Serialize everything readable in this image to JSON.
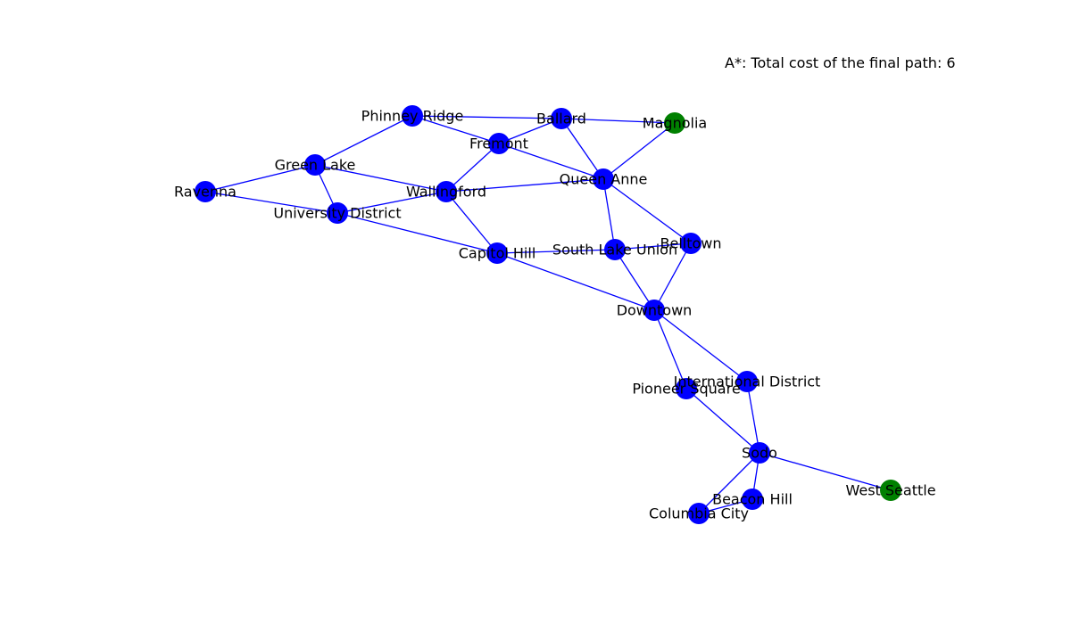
{
  "title": "A*: Total cost of the final path: 6",
  "colors": {
    "edge": "#0000ff",
    "node_default": "#0000ff",
    "node_endpoint": "#008000",
    "label": "#000000"
  },
  "nodes": [
    {
      "id": "ballard",
      "label": "Ballard",
      "type": "default"
    },
    {
      "id": "magnolia",
      "label": "Magnolia",
      "type": "endpoint"
    },
    {
      "id": "phinney-ridge",
      "label": "Phinney Ridge",
      "type": "default"
    },
    {
      "id": "fremont",
      "label": "Fremont",
      "type": "default"
    },
    {
      "id": "green-lake",
      "label": "Green Lake",
      "type": "default"
    },
    {
      "id": "queen-anne",
      "label": "Queen Anne",
      "type": "default"
    },
    {
      "id": "ravenna",
      "label": "Ravenna",
      "type": "default"
    },
    {
      "id": "wallingford",
      "label": "Wallingford",
      "type": "default"
    },
    {
      "id": "university-district",
      "label": "University District",
      "type": "default"
    },
    {
      "id": "capitol-hill",
      "label": "Capitol Hill",
      "type": "default"
    },
    {
      "id": "south-lake-union",
      "label": "South Lake Union",
      "type": "default"
    },
    {
      "id": "belltown",
      "label": "Belltown",
      "type": "default"
    },
    {
      "id": "downtown",
      "label": "Downtown",
      "type": "default"
    },
    {
      "id": "international-district",
      "label": "International District",
      "type": "default"
    },
    {
      "id": "pioneer-square",
      "label": "Pioneer Square",
      "type": "default"
    },
    {
      "id": "sodo",
      "label": "Sodo",
      "type": "default"
    },
    {
      "id": "west-seattle",
      "label": "West Seattle",
      "type": "endpoint"
    },
    {
      "id": "beacon-hill",
      "label": "Beacon Hill",
      "type": "default"
    },
    {
      "id": "columbia-city",
      "label": "Columbia City",
      "type": "default"
    }
  ],
  "edges": [
    [
      "phinney-ridge",
      "ballard"
    ],
    [
      "phinney-ridge",
      "fremont"
    ],
    [
      "phinney-ridge",
      "green-lake"
    ],
    [
      "ballard",
      "magnolia"
    ],
    [
      "ballard",
      "fremont"
    ],
    [
      "ballard",
      "queen-anne"
    ],
    [
      "magnolia",
      "queen-anne"
    ],
    [
      "fremont",
      "queen-anne"
    ],
    [
      "fremont",
      "wallingford"
    ],
    [
      "green-lake",
      "ravenna"
    ],
    [
      "green-lake",
      "wallingford"
    ],
    [
      "green-lake",
      "university-district"
    ],
    [
      "ravenna",
      "university-district"
    ],
    [
      "wallingford",
      "queen-anne"
    ],
    [
      "wallingford",
      "university-district"
    ],
    [
      "wallingford",
      "capitol-hill"
    ],
    [
      "university-district",
      "capitol-hill"
    ],
    [
      "queen-anne",
      "south-lake-union"
    ],
    [
      "queen-anne",
      "belltown"
    ],
    [
      "capitol-hill",
      "south-lake-union"
    ],
    [
      "capitol-hill",
      "downtown"
    ],
    [
      "south-lake-union",
      "belltown"
    ],
    [
      "south-lake-union",
      "downtown"
    ],
    [
      "belltown",
      "downtown"
    ],
    [
      "downtown",
      "pioneer-square"
    ],
    [
      "downtown",
      "international-district"
    ],
    [
      "pioneer-square",
      "sodo"
    ],
    [
      "international-district",
      "sodo"
    ],
    [
      "sodo",
      "west-seattle"
    ],
    [
      "sodo",
      "beacon-hill"
    ],
    [
      "sodo",
      "columbia-city"
    ],
    [
      "beacon-hill",
      "columbia-city"
    ]
  ]
}
